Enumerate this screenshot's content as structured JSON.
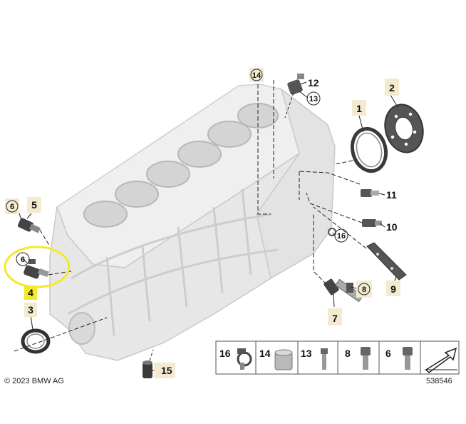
{
  "callouts": {
    "c1": "1",
    "c2": "2",
    "c3": "3",
    "c4": "4",
    "c5": "5",
    "c6a": "6",
    "c6b": "6",
    "c7": "7",
    "c8": "8",
    "c9": "9",
    "c10": "10",
    "c11": "11",
    "c12": "12",
    "c13": "13",
    "c14": "14",
    "c15": "15",
    "c16": "16"
  },
  "legend": {
    "items": [
      "16",
      "14",
      "13",
      "8",
      "6"
    ]
  },
  "footer": {
    "copyright": "© 2023 BMW AG",
    "image_number": "538546"
  },
  "colors": {
    "highlight": "#f2ea2a",
    "callout_box": "#f4ead0",
    "block_fill": "#e9e9e9",
    "block_edge": "#c9c9c9",
    "line": "#222222"
  }
}
